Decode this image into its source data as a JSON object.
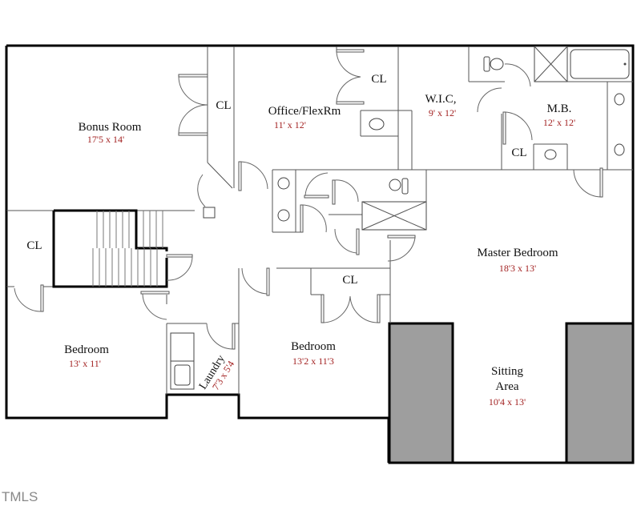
{
  "colors": {
    "wall": "#000000",
    "dimension_text": "#a32222",
    "label_text": "#111111",
    "shaded_area": "#9e9e9e",
    "watermark": "#888888"
  },
  "rooms": {
    "bonus_room": {
      "name": "Bonus Room",
      "dims": "17'5 x 14'"
    },
    "office": {
      "name": "Office/FlexRm",
      "dims": "11' x 12'"
    },
    "wic": {
      "name": "W.I.C,",
      "dims": "9' x 12'"
    },
    "master_bath": {
      "name": "M.B.",
      "dims": "12' x 12'"
    },
    "master_bedroom": {
      "name": "Master Bedroom",
      "dims": "18'3 x 13'"
    },
    "sitting_area": {
      "name_line1": "Sitting",
      "name_line2": "Area",
      "dims": "10'4 x 13'"
    },
    "bedroom_left": {
      "name": "Bedroom",
      "dims": "13' x 11'"
    },
    "bedroom_center": {
      "name": "Bedroom",
      "dims": "13'2 x 11'3"
    },
    "laundry": {
      "name": "Laundry",
      "dims": "7'3 x 5'4"
    }
  },
  "closets": {
    "bonus_cl": "CL",
    "office_cl": "CL",
    "mb_cl": "CL",
    "stair_cl": "CL",
    "bedroom_cl": "CL"
  },
  "watermark": "TMLS"
}
